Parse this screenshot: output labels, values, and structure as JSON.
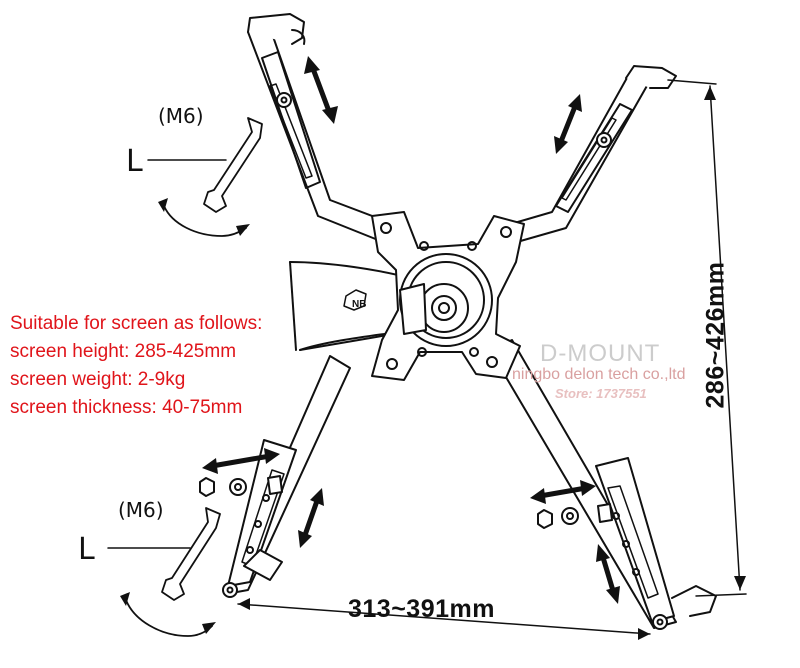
{
  "wrench_top": {
    "size_label": "(M6)",
    "handle_label": "L"
  },
  "wrench_bottom": {
    "size_label": "(M6)",
    "handle_label": "L"
  },
  "specs": {
    "heading": "Suitable for screen as follows:",
    "height": "screen height: 285-425mm",
    "weight": "screen weight: 2-9kg",
    "thickness": "screen thickness: 40-75mm"
  },
  "dimensions": {
    "width": "313~391mm",
    "height": "286~426mm"
  },
  "watermark": {
    "brand": "D-MOUNT",
    "company": "ningbo delon tech co.,ltd",
    "store": "Store: 1737551"
  },
  "logo_text": "NB",
  "colors": {
    "line": "#111111",
    "spec_text": "#e0141a",
    "watermark": "#cccccc"
  }
}
